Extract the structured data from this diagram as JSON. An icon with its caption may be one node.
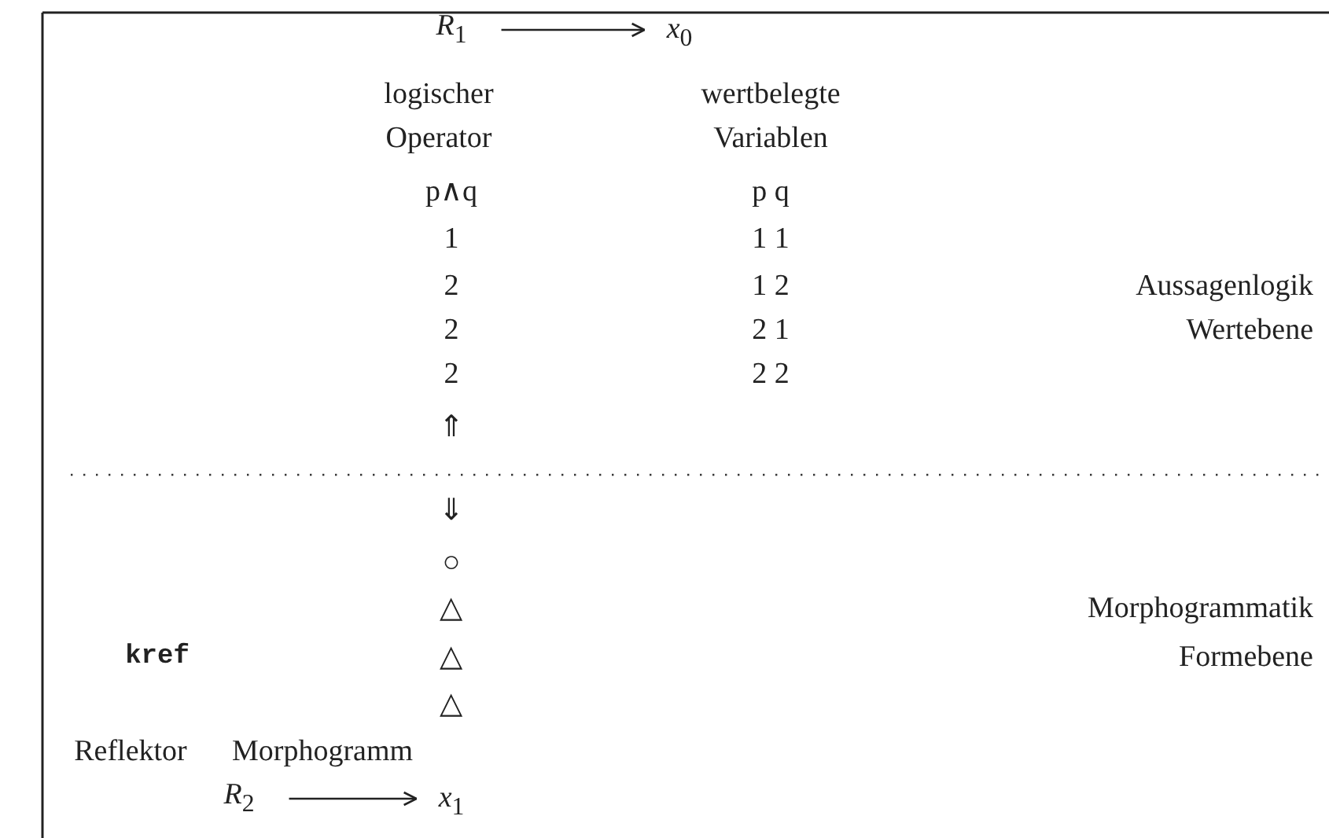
{
  "diagram": {
    "nodes": [
      {
        "text": [
          "*R*$_{1}$"
        ]
      },
      {
        "text": [
          "*x*$_{0}$"
        ]
      },
      {
        "text": [
          "*R*$_{2}$"
        ]
      },
      {
        "text": [
          "*x*$_{1}$"
        ]
      }
    ],
    "edges": [
      {
        "from": 0,
        "to": 1,
        "arrow": "to"
      },
      {
        "from": 2,
        "to": 3,
        "arrow": "to"
      }
    ],
    "labels": [
      "logischer",
      "wertbelegte",
      "Operator",
      "Variablen",
      "p∧q",
      "p q",
      "1",
      "1 1",
      "2",
      "1 2",
      "Aussagenlogik",
      "2",
      "2 1",
      "Wertebene",
      "2",
      "2 2",
      "⇑",
      "⇓",
      "○",
      "△",
      "Morphogrammatik",
      "kref",
      "△",
      "Formebene",
      "△",
      "Reflektor",
      "Morphogramm"
    ]
  }
}
